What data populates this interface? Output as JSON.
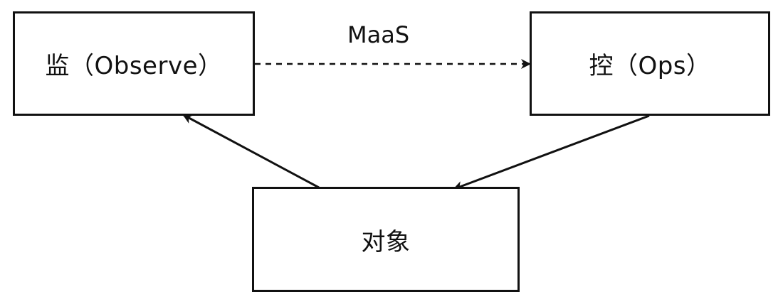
{
  "diagram": {
    "nodes": {
      "observe": {
        "label": "监（Observe）"
      },
      "ops": {
        "label": "控（Ops）"
      },
      "object": {
        "label": "对象"
      }
    },
    "edges": {
      "observe_to_ops": {
        "label": "MaaS",
        "style": "dashed"
      },
      "ops_to_object": {
        "style": "solid"
      },
      "object_to_observe": {
        "style": "solid"
      }
    },
    "colors": {
      "stroke": "#111111",
      "background": "#ffffff"
    }
  }
}
